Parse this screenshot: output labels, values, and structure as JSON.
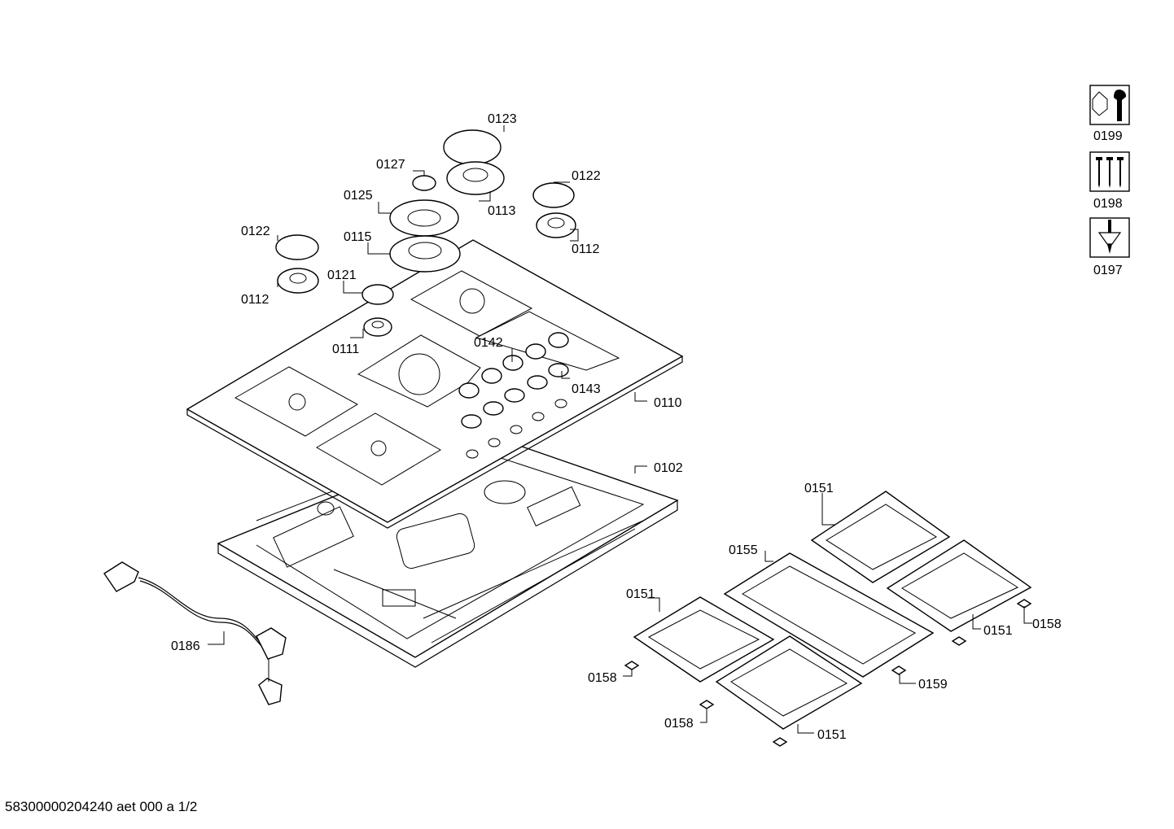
{
  "part_labels": {
    "p0123": "0123",
    "p0127": "0127",
    "p0122a": "0122",
    "p0122b": "0122",
    "p0125": "0125",
    "p0113": "0113",
    "p0115": "0115",
    "p0112a": "0112",
    "p0112b": "0112",
    "p0121": "0121",
    "p0111": "0111",
    "p0142": "0142",
    "p0143": "0143",
    "p0110": "0110",
    "p0102": "0102",
    "p0186": "0186",
    "p0151a": "0151",
    "p0151b": "0151",
    "p0151c": "0151",
    "p0151d": "0151",
    "p0155": "0155",
    "p0158a": "0158",
    "p0158b": "0158",
    "p0158c": "0158",
    "p0159": "0159"
  },
  "tool_labels": {
    "t0199": "0199",
    "t0198": "0198",
    "t0197": "0197"
  },
  "icons": [
    "nut-wrench-icon",
    "screws-icon",
    "screwdriver-icon"
  ],
  "footer": "58300000204240 aet 000 a 1/2"
}
